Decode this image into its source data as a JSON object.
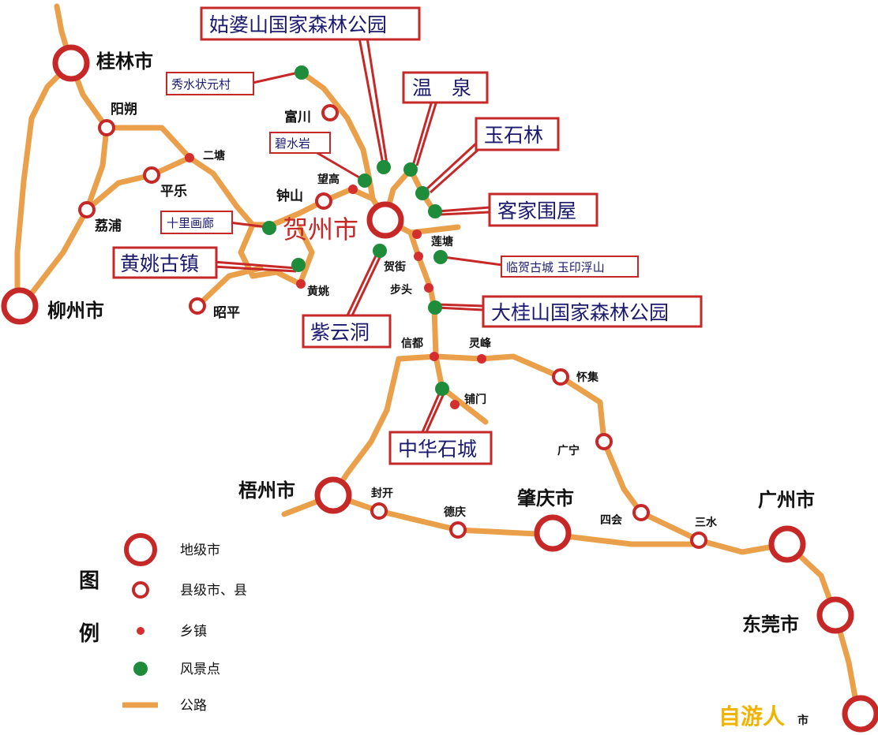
{
  "colors": {
    "road": "#eaa04a",
    "city_ring": "#c62828",
    "town_dot": "#d32f2f",
    "scenic_dot": "#1e8c3a",
    "label_box_border": "#c62828",
    "label_box_text": "#1a1a6e"
  },
  "center": {
    "name": "贺州市"
  },
  "cities": {
    "guilin": "桂林市",
    "liuzhou": "柳州市",
    "wuzhou": "梧州市",
    "zhaoqing": "肇庆市",
    "guangzhou": "广州市",
    "dongguan": "东莞市"
  },
  "counties": {
    "yangshuo": "阳朔",
    "pingle": "平乐",
    "lipu": "荔浦",
    "zhaoping": "昭平",
    "fuchuan": "富川",
    "zhongshan": "钟山",
    "huaiji": "怀集",
    "guangning": "广宁",
    "sihui": "四会",
    "fengkai": "封开",
    "deqing": "德庆",
    "sanshui": "三水"
  },
  "towns": {
    "ertang": "二塘",
    "wanggao": "望高",
    "huangyao": "黄姚",
    "hejie": "贺街",
    "butou": "步头",
    "liantang": "莲塘",
    "xindu": "信都",
    "lingfeng": "灵峰",
    "pumen": "铺门"
  },
  "scenic_spots": {
    "gupoShan": "姑婆山国家森林公园",
    "wenquan": "温　泉",
    "yushilin": "玉石林",
    "kejiaweiwu": "客家围屋",
    "linhe": "临贺古城 玉印浮山",
    "daguishan": "大桂山国家森林公园",
    "zhonghuashicheng": "中华石城",
    "ziyundong": "紫云洞",
    "huangyaoguzhen": "黄姚古镇",
    "shilihualang": "十里画廊",
    "bishuiyan": "碧水岩",
    "xiushui": "秀水状元村"
  },
  "legend": {
    "title": [
      "图",
      "例"
    ],
    "items": [
      "地级市",
      "县级市、县",
      "乡镇",
      "风景点",
      "公路"
    ]
  },
  "watermark": {
    "text": "自游人",
    "partial": "市"
  }
}
